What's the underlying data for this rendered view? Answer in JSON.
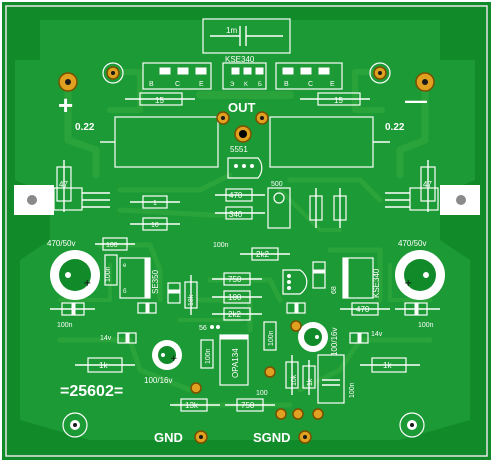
{
  "colors": {
    "board": "#118a2a",
    "ground_plane": "#1c9a35",
    "trace": "#2aa43a",
    "silkscreen": "#ffffff",
    "pad": "#e0a020",
    "frame": "#e6e6e6"
  },
  "labels": {
    "cap_top": "1m",
    "driver_top": "KSE340",
    "pins_left": [
      "B",
      "C",
      "E"
    ],
    "pins_mid": [
      "Э",
      "K",
      "Б"
    ],
    "pins_right": [
      "B",
      "C",
      "E"
    ],
    "r_top_left": "15",
    "r_top_right": "15",
    "out": "OUT",
    "r_big_left": "0.22",
    "r_big_right": "0.22",
    "plus": "+",
    "minus": "—",
    "bias_tr": "5551",
    "r_470_mid": "470",
    "r_340_mid": "340",
    "trim": "500",
    "r_left_47": "47",
    "r_right_47": "47",
    "r_small1": "1",
    "r_10": "10",
    "cap_left_big": "470/50v",
    "cap_right_big": "470/50v",
    "r_100": "100",
    "c_100n_l1": "100n",
    "se350": "SE350",
    "c_100n_mid": "100n",
    "r_2k2_mid": "2k2",
    "r_750_a": "750",
    "r_100_b": "100",
    "r_2k2_b": "2k2",
    "r_18k": "18k",
    "c_68": "68",
    "kse340_r": "KSE340",
    "r_470_r": "470",
    "c_100n_left": "100n",
    "c_100n_right": "100n",
    "c_14v_left": "14v",
    "c_14v_right": "14v",
    "r_1k_left": "1k",
    "r_1k_right": "1k",
    "r_56": "56",
    "c_100n_c": "100n",
    "c_100_16_a": "100/16v",
    "c_100_16_b": "100/16v",
    "opa": "OPA134",
    "c_100n_d": "100n",
    "c_100n_e": "100n",
    "r_100_c": "100",
    "r_1k_c": "1k",
    "r_10k": "10k",
    "r_13k": "13k",
    "r_750_c": "750",
    "part_no": "=25602=",
    "gnd": "GND",
    "sgnd": "SGND",
    "c_100n_f": "100n"
  }
}
